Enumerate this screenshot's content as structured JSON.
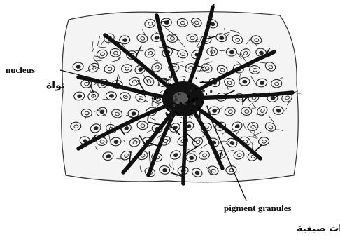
{
  "diagram": {
    "labels": {
      "nucleus_en": "nucleus",
      "nucleus_ar": "نواة",
      "pigment_en": "pigment granules",
      "pigment_ar": "حبيبات صبغية"
    },
    "colors": {
      "ink": "#111111",
      "background": "#ffffff"
    }
  }
}
